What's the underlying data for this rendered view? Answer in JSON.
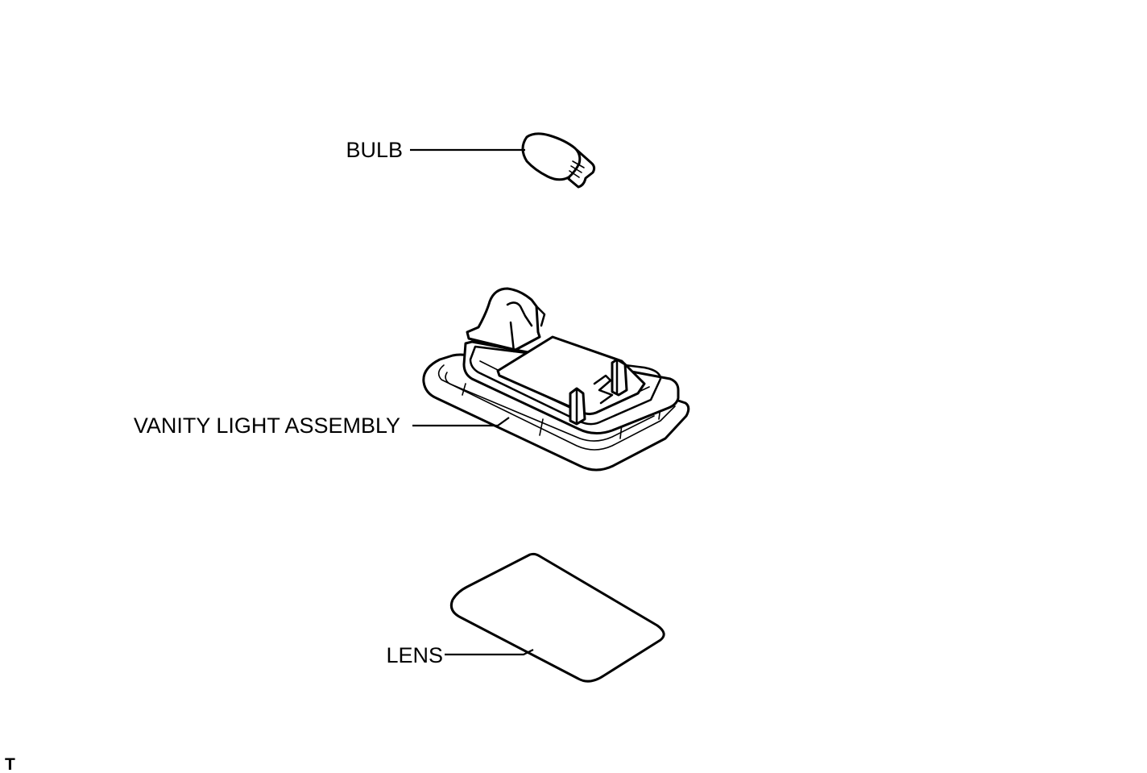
{
  "labels": {
    "bulb": "BULB",
    "vanity_light_assembly": "VANITY LIGHT ASSEMBLY",
    "lens": "LENS"
  },
  "corner_mark": "T"
}
